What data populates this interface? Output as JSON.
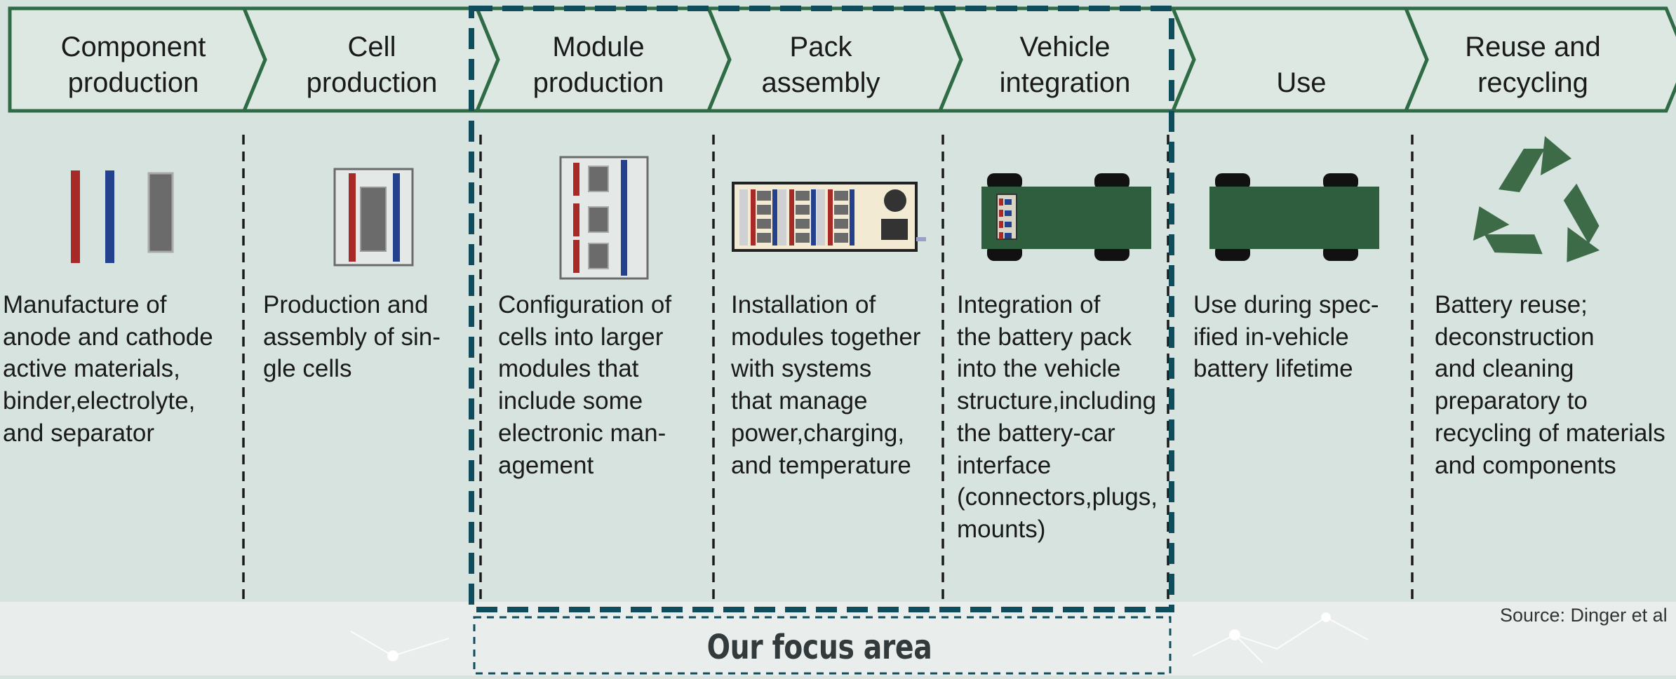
{
  "stages": [
    {
      "label": "Component\nproduction",
      "icon": "electrodes-icon",
      "description": "Manufacture of\nanode and cathode\nactive materials,\nbinder,electrolyte,\nand separator"
    },
    {
      "label": "Cell\nproduction",
      "icon": "battery-cell-icon",
      "description": "Production and\nassembly of sin-\ngle cells"
    },
    {
      "label": "Module\nproduction",
      "icon": "battery-module-icon",
      "description": "Configuration of\ncells into larger\nmodules that\ninclude some\nelectronic man-\nagement"
    },
    {
      "label": "Pack\nassembly",
      "icon": "battery-pack-icon",
      "description": "Installation of\nmodules together\nwith systems\nthat manage\npower,charging,\nand temperature"
    },
    {
      "label": "Vehicle\nintegration",
      "icon": "vehicle-with-battery-icon",
      "description": "Integration of\nthe battery pack\ninto the vehicle\nstructure,including\nthe battery-car\n interface\n(connectors,plugs,\nmounts)"
    },
    {
      "label": "Use",
      "icon": "vehicle-icon",
      "description": "Use during spec-\nified in-vehicle\nbattery lifetime"
    },
    {
      "label": "Reuse and\nrecycling",
      "icon": "recycle-icon",
      "description": "Battery reuse;\ndeconstruction\nand cleaning\npreparatory to\nrecycling of materials\nand components"
    }
  ],
  "focus_label": "Our focus area",
  "source": "Source: Dinger et al",
  "colors": {
    "background": "#d6e3de",
    "chevron_fill": "#dde8e3",
    "chevron_stroke": "#2f6b45",
    "focus_border": "#0f4c5c",
    "divider": "#1a1a1a",
    "red": "#a82a26",
    "blue": "#23418c",
    "gray": "#6b6b6b",
    "green": "#2e5e3e"
  }
}
